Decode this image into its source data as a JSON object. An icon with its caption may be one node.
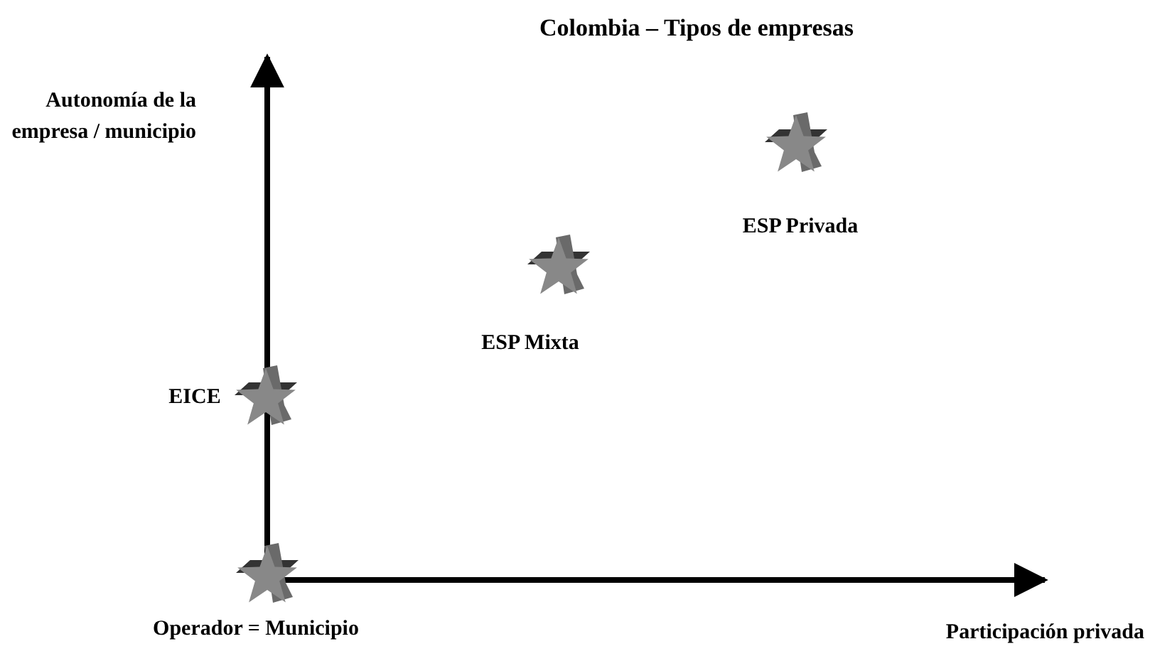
{
  "diagram": {
    "title": "Colombia – Tipos de empresas",
    "nodes": [
      {
        "text": [
          "EICE"
        ]
      },
      {
        "text": [
          "Operador = Municipio"
        ]
      },
      {
        "text": [
          "ESP Mixta"
        ]
      },
      {
        "text": [
          "ESP Privada"
        ]
      }
    ],
    "labels": [
      "Autonomía de la empresa / municipio",
      "Participación privada"
    ]
  }
}
